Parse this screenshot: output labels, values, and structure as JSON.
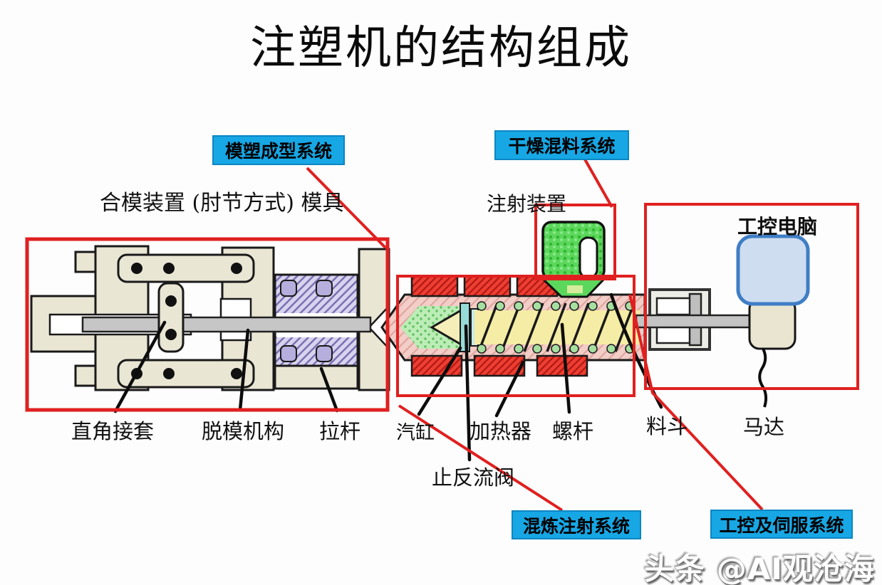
{
  "page": {
    "title": "注塑机的结构组成",
    "watermark": "头条 @AI观沧海"
  },
  "system_labels": {
    "molding": "模塑成型系统",
    "drying": "干燥混料系统",
    "mixing_injection": "混炼注射系统",
    "control_servo": "工控及伺服系统"
  },
  "part_labels": {
    "clamping": "合模装置 (肘节方式) 模具",
    "injection_device": "注射装置",
    "computer": "工控电脑",
    "right_angle_sleeve": "直角接套",
    "demolding": "脱模机构",
    "tie_bar": "拉杆",
    "cylinder": "汽缸",
    "heater": "加热器",
    "screw": "螺杆",
    "hopper": "料斗",
    "motor": "马达",
    "check_valve": "止反流阀"
  },
  "colors": {
    "highlight_red": "#e02020",
    "label_blue": "#17a7e5",
    "machine_beige": "#eae6d4",
    "mold_purple": "#d8d4ee",
    "heater_red": "#ee3e33",
    "barrel_pink": "#f3cdc7",
    "screw_yellow": "#f5eda5",
    "melt_green": "#bcedb6",
    "hopper_green": "#5bd75b",
    "screen_blue": "#ceddf0",
    "screen_border_blue": "#3f7ec6"
  }
}
